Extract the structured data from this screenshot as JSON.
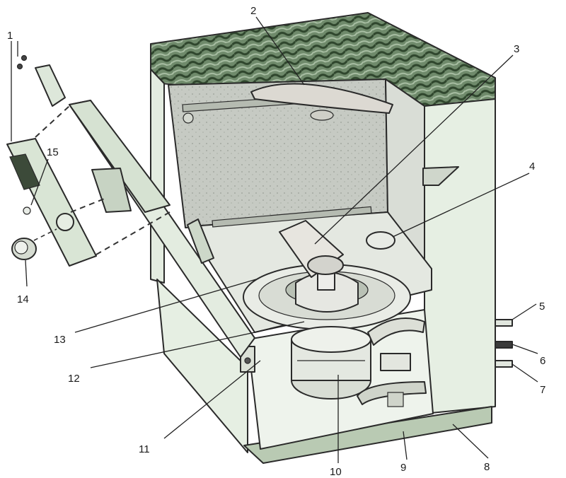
{
  "diagram": {
    "callouts": [
      {
        "id": "1",
        "text": "1"
      },
      {
        "id": "2",
        "text": "2"
      },
      {
        "id": "3",
        "text": "3"
      },
      {
        "id": "4",
        "text": "4"
      },
      {
        "id": "5",
        "text": "5"
      },
      {
        "id": "6",
        "text": "6"
      },
      {
        "id": "7",
        "text": "7"
      },
      {
        "id": "8",
        "text": "8"
      },
      {
        "id": "9",
        "text": "9"
      },
      {
        "id": "10",
        "text": "10"
      },
      {
        "id": "11",
        "text": "11"
      },
      {
        "id": "12",
        "text": "12"
      },
      {
        "id": "13",
        "text": "13"
      },
      {
        "id": "14",
        "text": "14"
      },
      {
        "id": "15",
        "text": "15"
      }
    ],
    "colors": {
      "background": "#ffffff",
      "ink": "#2a2a2a",
      "panel_green": "#dfeedd",
      "top_pattern": "#3f5a3c",
      "interior_gray": "#c9cdc6",
      "leader": "#222222"
    }
  }
}
